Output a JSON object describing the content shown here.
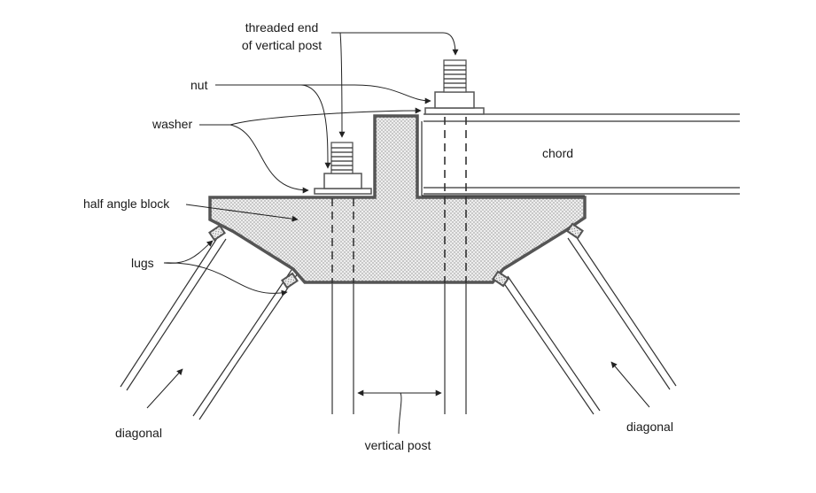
{
  "labels": {
    "threaded_end_line1": "threaded end",
    "threaded_end_line2": "of vertical post",
    "nut": "nut",
    "washer": "washer",
    "half_angle_block": "half angle block",
    "lugs": "lugs",
    "chord": "chord",
    "diagonal_left": "diagonal",
    "diagonal_right": "diagonal",
    "vertical_post": "vertical post"
  },
  "colors": {
    "line": "#555555",
    "block_fill": "#dcdcdc",
    "stipple": "#5a5a5a",
    "text": "#1a1a1a"
  }
}
